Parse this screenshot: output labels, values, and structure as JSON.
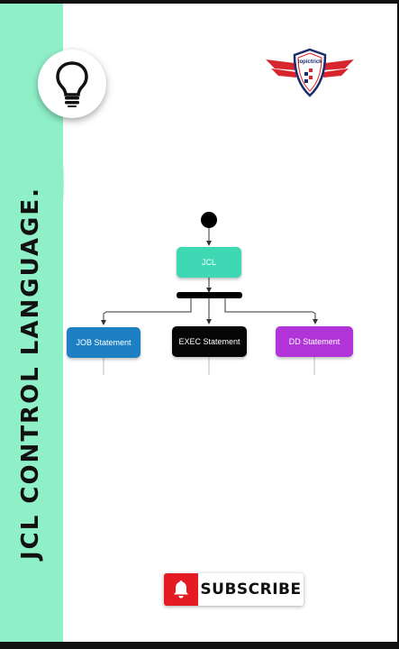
{
  "page": {
    "title": "JCL CONTROL LANGUAGE.",
    "logo_text": "topictrick"
  },
  "diagram": {
    "nodes": {
      "jcl": "JCL",
      "job": "JOB Statement",
      "exec": "EXEC Statement",
      "dd": "DD Statement"
    }
  },
  "subscribe": {
    "label": "SUBSCRIBE"
  },
  "colors": {
    "mint": "#8ff0c8",
    "jcl_node": "#3ed8b4",
    "job_node": "#1d7fc4",
    "exec_node": "#060606",
    "dd_node": "#b034d8",
    "subscribe_red": "#e51b24"
  },
  "icons": [
    "lightbulb-icon",
    "winged-shield-logo",
    "bell-icon"
  ]
}
